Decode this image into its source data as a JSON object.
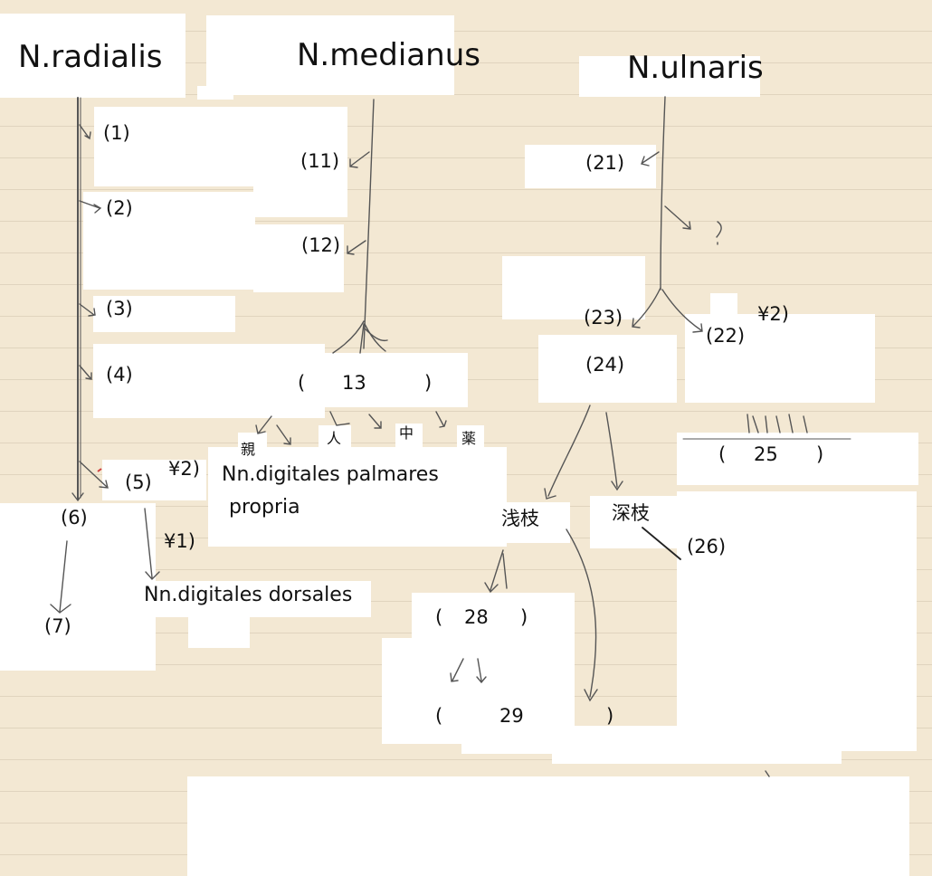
{
  "headers": {
    "radialis": "N.radialis",
    "medianus": "N.medianus",
    "ulnaris": "N.ulnaris"
  },
  "radialis": {
    "n1": "(1)",
    "n2": "(2)",
    "n3": "(3)",
    "n4": "(4)",
    "n5": "(5)",
    "n6": "(6)",
    "n7": "(7)",
    "note2": "¥2)",
    "note1": "¥1)",
    "dorsal_term": "Nn.digitales dorsales"
  },
  "medianus": {
    "n11": "(11)",
    "n12": "(12)",
    "n13_open": "(",
    "n13": "13",
    "n13_close": ")",
    "finger_thumb": "親",
    "finger_index": "人",
    "finger_middle": "中",
    "finger_ring": "薬",
    "palmar_term_line1": "Nn.digitales palmares",
    "palmar_term_line2": "propria"
  },
  "ulnaris": {
    "n21": "(21)",
    "question": "?",
    "n22": "(22)",
    "note2": "¥2)",
    "n23": "(23)",
    "n24": "(24)",
    "n25_open": "(",
    "n25": "25",
    "n25_close": ")",
    "superficial": "浅枝",
    "deep": "深枝",
    "n26": "(26)",
    "n28_open": "(",
    "n28": "28",
    "n28_close": ")",
    "n29_open": "(",
    "n29": "29",
    "n29_close": ")"
  },
  "colors": {
    "paper": "#f3e8d3",
    "ink": "#555555",
    "mask": "#ffffff"
  }
}
